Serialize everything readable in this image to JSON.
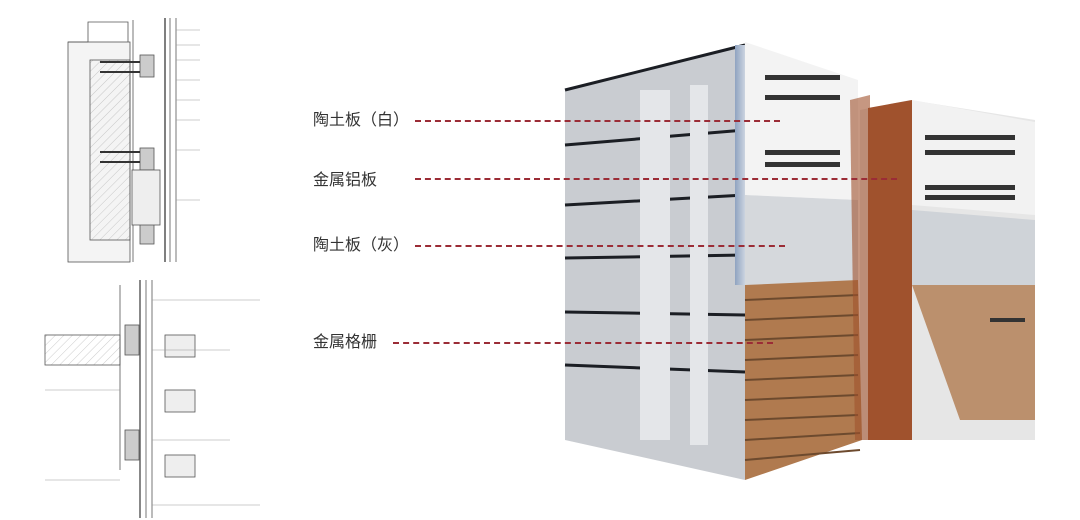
{
  "labels": [
    {
      "text": "陶土板（白）",
      "name": "clay-panel-white"
    },
    {
      "text": "金属铝板",
      "name": "aluminum-panel"
    },
    {
      "text": "陶土板（灰）",
      "name": "clay-panel-gray"
    },
    {
      "text": "金属格栅",
      "name": "metal-grille"
    }
  ],
  "colors": {
    "leader": "#9b2c36",
    "terracotta": "#a0522d",
    "wood": "#b07a4f"
  }
}
